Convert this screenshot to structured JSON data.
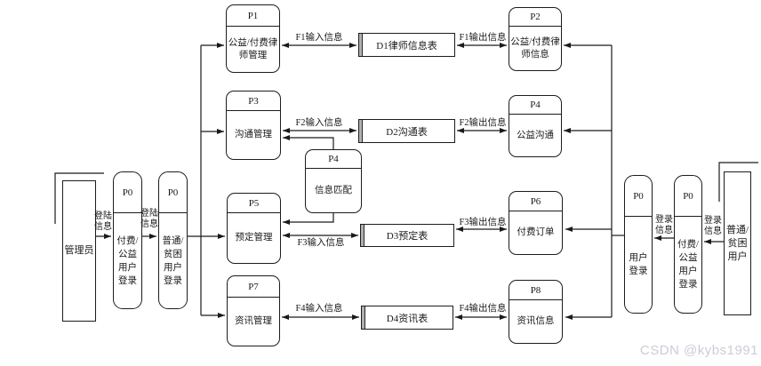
{
  "canvas": {
    "watermark": "CSDN @kybs1991"
  },
  "colors": {
    "line": "#1a1a1a",
    "store_band": "#b0b0b0",
    "watermark": "#ccccd6"
  },
  "entities": [
    {
      "label": "管理员"
    },
    {
      "label": "普通/\n贫困\n用户"
    }
  ],
  "processes": [
    {
      "code": "P1",
      "body": "公益/付费律\n师管理"
    },
    {
      "code": "P3",
      "body": "沟通管理"
    },
    {
      "code": "P4",
      "body": "信息匹配"
    },
    {
      "code": "P5",
      "body": "预定管理"
    },
    {
      "code": "P7",
      "body": "资讯管理"
    },
    {
      "code": "P2",
      "body": "公益/付费律\n师信息"
    },
    {
      "code": "P4",
      "body": "公益沟通"
    },
    {
      "code": "P6",
      "body": "付费订单"
    },
    {
      "code": "P8",
      "body": "资讯信息"
    },
    {
      "code": "P0",
      "body": "付费/\n公益\n用户\n登录"
    },
    {
      "code": "P0",
      "body": "普通/\n贫困\n用户\n登录"
    },
    {
      "code": "P0",
      "body": "用户\n登录"
    },
    {
      "code": "P0",
      "body": "付费/\n公益\n用户\n登录"
    }
  ],
  "datastores": [
    {
      "label": "D1律师信息表"
    },
    {
      "label": "D2沟通表"
    },
    {
      "label": "D3预定表"
    },
    {
      "label": "D4资讯表"
    }
  ],
  "flow_labels": [
    {
      "label": "F1输入信息"
    },
    {
      "label": "F1输出信息"
    },
    {
      "label": "F2输入信息"
    },
    {
      "label": "F2输出信息"
    },
    {
      "label": "F3输入信息"
    },
    {
      "label": "F3输出信息"
    },
    {
      "label": "F4输入信息"
    },
    {
      "label": "F4输出信息"
    },
    {
      "label": "登陆\n信息"
    },
    {
      "label": "登陆\n信息"
    },
    {
      "label": "登录\n信息"
    },
    {
      "label": "登录\n信息"
    }
  ]
}
